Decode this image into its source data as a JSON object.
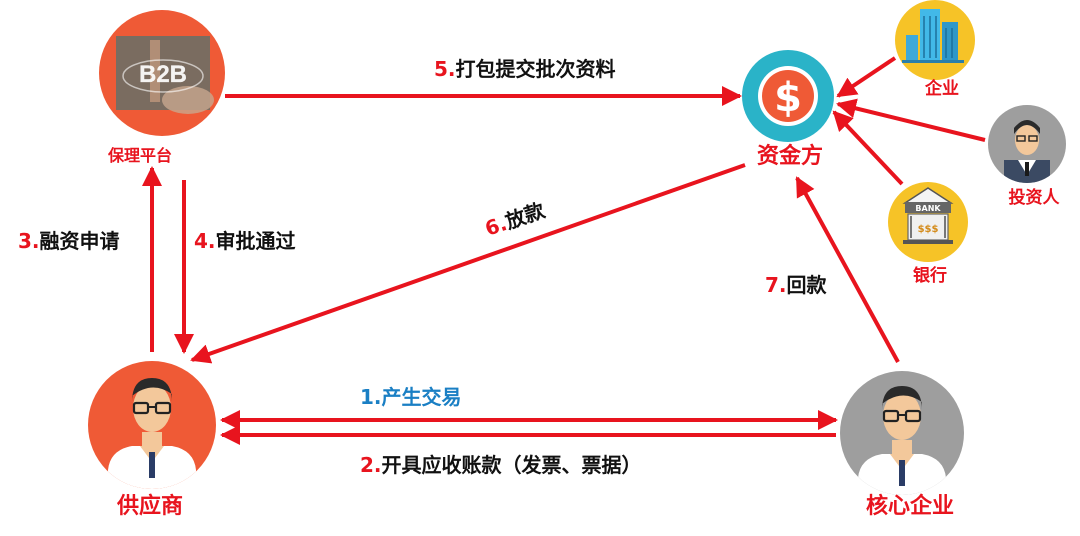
{
  "nodes": {
    "platform": {
      "label": "保理平台",
      "badge": "B2B"
    },
    "funder": {
      "label": "资金方",
      "symbol": "$"
    },
    "supplier": {
      "label": "供应商"
    },
    "core": {
      "label": "核心企业"
    },
    "enterprise": {
      "label": "企业"
    },
    "investor": {
      "label": "投资人"
    },
    "bank": {
      "label": "银行",
      "sign": "BANK",
      "money": "$$$"
    }
  },
  "flows": {
    "step1": {
      "num": "1.",
      "text": "产生交易"
    },
    "step2": {
      "num": "2.",
      "text": "开具应收账款（发票、票据）"
    },
    "step3": {
      "num": "3.",
      "text": "融资申请"
    },
    "step4": {
      "num": "4.",
      "text": "审批通过"
    },
    "step5": {
      "num": "5.",
      "text": "打包提交批次资料"
    },
    "step6": {
      "num": "6.",
      "text": "放款"
    },
    "step7": {
      "num": "7.",
      "text": "回款"
    }
  },
  "colors": {
    "arrow": "#e8141e",
    "label_red": "#e8141e",
    "label_blue": "#1a7fc4",
    "label_black": "#111111",
    "supplier_circle": "#ef5a36",
    "core_circle": "#9e9e9e",
    "funder_circle": "#2ab3c8",
    "gold_circle": "#f6c327"
  }
}
